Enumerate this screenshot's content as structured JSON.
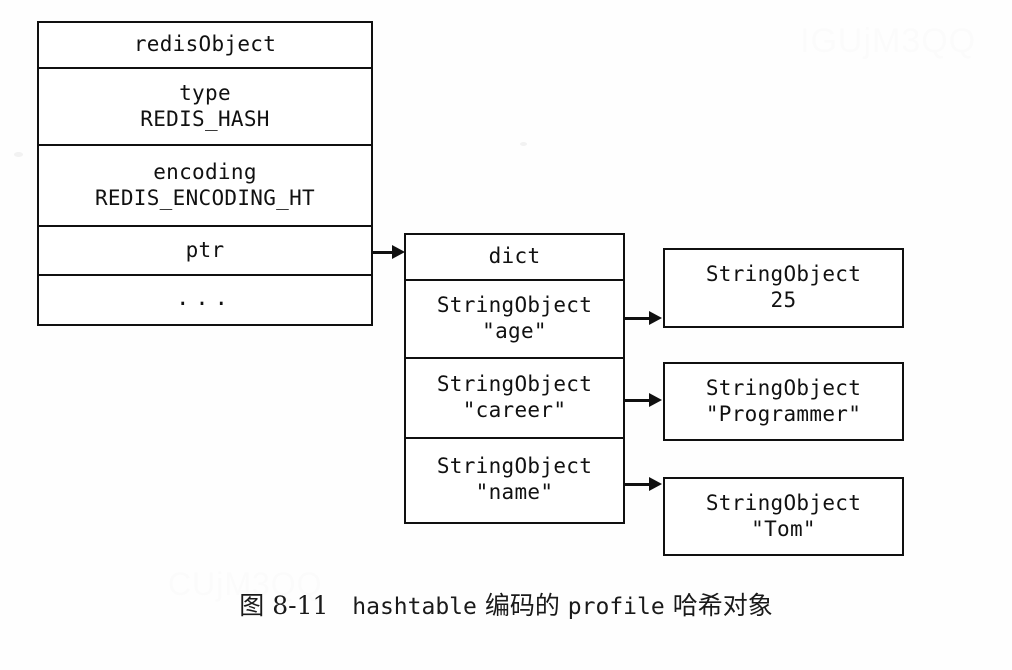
{
  "figure": {
    "caption_prefix": "图 8-11",
    "caption_mono_1": "hashtable",
    "caption_mid": "编码的",
    "caption_mono_2": "profile",
    "caption_suffix": "哈希对象",
    "watermark_top": "IGUjM3QQ",
    "watermark_bottom": "CUjM3QQ"
  },
  "redis_object": {
    "title": "redisObject",
    "rows": [
      {
        "name": "type",
        "label": "type",
        "value": "REDIS_HASH"
      },
      {
        "name": "encoding",
        "label": "encoding",
        "value": "REDIS_ENCODING_HT"
      },
      {
        "name": "ptr",
        "label": "ptr",
        "value": ""
      },
      {
        "name": "rest",
        "label": "...",
        "value": ""
      }
    ]
  },
  "dict": {
    "title": "dict",
    "entries": [
      {
        "type": "StringObject",
        "key": "\"age\""
      },
      {
        "type": "StringObject",
        "key": "\"career\""
      },
      {
        "type": "StringObject",
        "key": "\"name\""
      }
    ]
  },
  "values": [
    {
      "type": "StringObject",
      "value": "25"
    },
    {
      "type": "StringObject",
      "value": "\"Programmer\""
    },
    {
      "type": "StringObject",
      "value": "\"Tom\""
    }
  ]
}
